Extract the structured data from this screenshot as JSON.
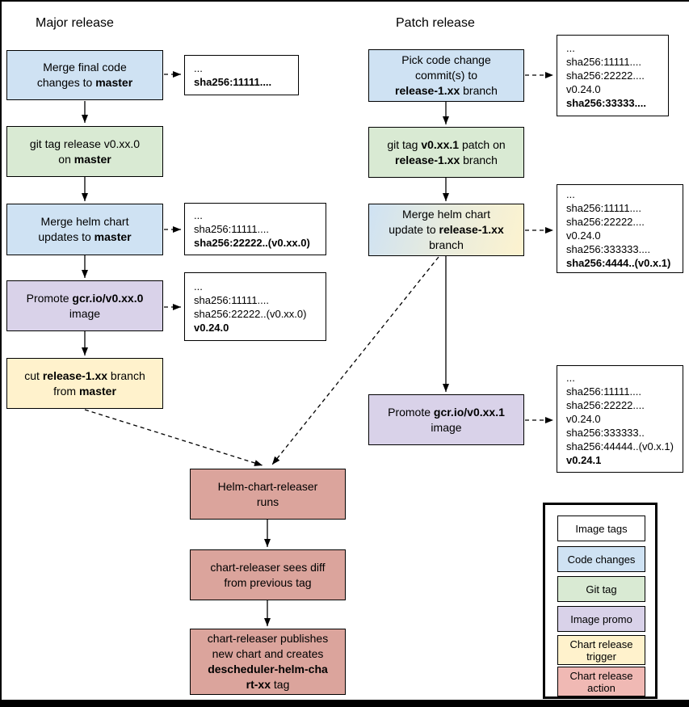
{
  "diagram": {
    "major": {
      "title": "Major release",
      "nodes": {
        "merge_final": {
          "lines": [
            [
              {
                "t": "Merge final code"
              }
            ],
            [
              {
                "t": "changes to "
              },
              {
                "t": "master",
                "b": 1
              }
            ]
          ]
        },
        "git_tag": {
          "lines": [
            [
              {
                "t": "git tag release v0.xx.0"
              }
            ],
            [
              {
                "t": "on "
              },
              {
                "t": "master",
                "b": 1
              }
            ]
          ]
        },
        "merge_helm": {
          "lines": [
            [
              {
                "t": "Merge helm chart"
              }
            ],
            [
              {
                "t": "updates to "
              },
              {
                "t": "master",
                "b": 1
              }
            ]
          ]
        },
        "promote": {
          "lines": [
            [
              {
                "t": "Promote "
              },
              {
                "t": "gcr.io/v0.xx.0",
                "b": 1
              }
            ],
            [
              {
                "t": "image"
              }
            ]
          ]
        },
        "cut_branch": {
          "lines": [
            [
              {
                "t": "cut "
              },
              {
                "t": "release-1.xx",
                "b": 1
              },
              {
                "t": " branch"
              }
            ],
            [
              {
                "t": "from "
              },
              {
                "t": "master",
                "b": 1
              }
            ]
          ]
        }
      },
      "tags": {
        "after_code": {
          "lines": [
            [
              {
                "t": "..."
              }
            ],
            [
              {
                "t": "sha256:11111....",
                "b": 1
              }
            ]
          ]
        },
        "after_helm": {
          "lines": [
            [
              {
                "t": "..."
              }
            ],
            [
              {
                "t": "sha256:11111...."
              }
            ],
            [
              {
                "t": "sha256:22222..(v0.xx.0)",
                "b": 1
              }
            ]
          ]
        },
        "after_promo": {
          "lines": [
            [
              {
                "t": "..."
              }
            ],
            [
              {
                "t": "sha256:11111...."
              }
            ],
            [
              {
                "t": "sha256:22222..(v0.xx.0)"
              }
            ],
            [
              {
                "t": "v0.24.0",
                "b": 1
              }
            ]
          ]
        }
      }
    },
    "patch": {
      "title": "Patch release",
      "nodes": {
        "pick": {
          "lines": [
            [
              {
                "t": "Pick code change"
              }
            ],
            [
              {
                "t": "commit(s) to"
              }
            ],
            [
              {
                "t": "release-1.xx",
                "b": 1
              },
              {
                "t": " branch"
              }
            ]
          ]
        },
        "git_tag": {
          "lines": [
            [
              {
                "t": "git tag "
              },
              {
                "t": "v0.xx.1",
                "b": 1
              },
              {
                "t": " patch on"
              }
            ],
            [
              {
                "t": "release-1.xx",
                "b": 1
              },
              {
                "t": " branch"
              }
            ]
          ]
        },
        "merge_helm": {
          "lines": [
            [
              {
                "t": "Merge helm chart"
              }
            ],
            [
              {
                "t": "update to "
              },
              {
                "t": "release-1.xx",
                "b": 1
              }
            ],
            [
              {
                "t": "branch"
              }
            ]
          ]
        },
        "promote": {
          "lines": [
            [
              {
                "t": "Promote "
              },
              {
                "t": "gcr.io/v0.xx.1",
                "b": 1
              }
            ],
            [
              {
                "t": "image"
              }
            ]
          ]
        }
      },
      "tags": {
        "after_pick": {
          "lines": [
            [
              {
                "t": "..."
              }
            ],
            [
              {
                "t": "sha256:11111...."
              }
            ],
            [
              {
                "t": "sha256:22222...."
              }
            ],
            [
              {
                "t": "v0.24.0"
              }
            ],
            [
              {
                "t": "sha256:33333....",
                "b": 1
              }
            ]
          ]
        },
        "after_helm": {
          "lines": [
            [
              {
                "t": "..."
              }
            ],
            [
              {
                "t": "sha256:11111...."
              }
            ],
            [
              {
                "t": "sha256:22222...."
              }
            ],
            [
              {
                "t": "v0.24.0"
              }
            ],
            [
              {
                "t": "sha256:333333...."
              }
            ],
            [
              {
                "t": "sha256:4444..(v0.x.1)",
                "b": 1
              }
            ]
          ]
        },
        "after_promo": {
          "lines": [
            [
              {
                "t": "..."
              }
            ],
            [
              {
                "t": "sha256:11111...."
              }
            ],
            [
              {
                "t": "sha256:22222...."
              }
            ],
            [
              {
                "t": "v0.24.0"
              }
            ],
            [
              {
                "t": "sha256:333333.."
              }
            ],
            [
              {
                "t": "sha256:44444..(v0.x.1)"
              }
            ],
            [
              {
                "t": "v0.24.1",
                "b": 1
              }
            ]
          ]
        }
      }
    },
    "releaser": {
      "runs": {
        "lines": [
          [
            {
              "t": "Helm-chart-releaser"
            }
          ],
          [
            {
              "t": "runs"
            }
          ]
        ]
      },
      "diff": {
        "lines": [
          [
            {
              "t": "chart-releaser sees diff"
            }
          ],
          [
            {
              "t": "from previous tag"
            }
          ]
        ]
      },
      "publish": {
        "lines": [
          [
            {
              "t": "chart-releaser publishes"
            }
          ],
          [
            {
              "t": "new chart and creates"
            }
          ],
          [
            {
              "t": "descheduler-helm-cha",
              "b": 1
            }
          ],
          [
            {
              "t": "rt-xx",
              "b": 1
            },
            {
              "t": " tag"
            }
          ]
        ]
      }
    },
    "legend": {
      "items": [
        {
          "label": "Image tags",
          "color": "#ffffff"
        },
        {
          "label": "Code changes",
          "color": "#cfe2f3"
        },
        {
          "label": "Git tag",
          "color": "#d9ead3"
        },
        {
          "label": "Image promo",
          "color": "#d9d2e9"
        },
        {
          "label": "Chart release trigger",
          "color": "#fff2cc"
        },
        {
          "label": "Chart release action",
          "color": "#f0b9b4"
        }
      ]
    },
    "colors": {
      "code_changes": "#cfe2f3",
      "git_tag": "#d9ead3",
      "image_promo": "#d9d2e9",
      "chart_trigger": "#fff2cc",
      "chart_action": "#dba49c",
      "image_tags": "#ffffff",
      "outline": "#000000"
    }
  }
}
